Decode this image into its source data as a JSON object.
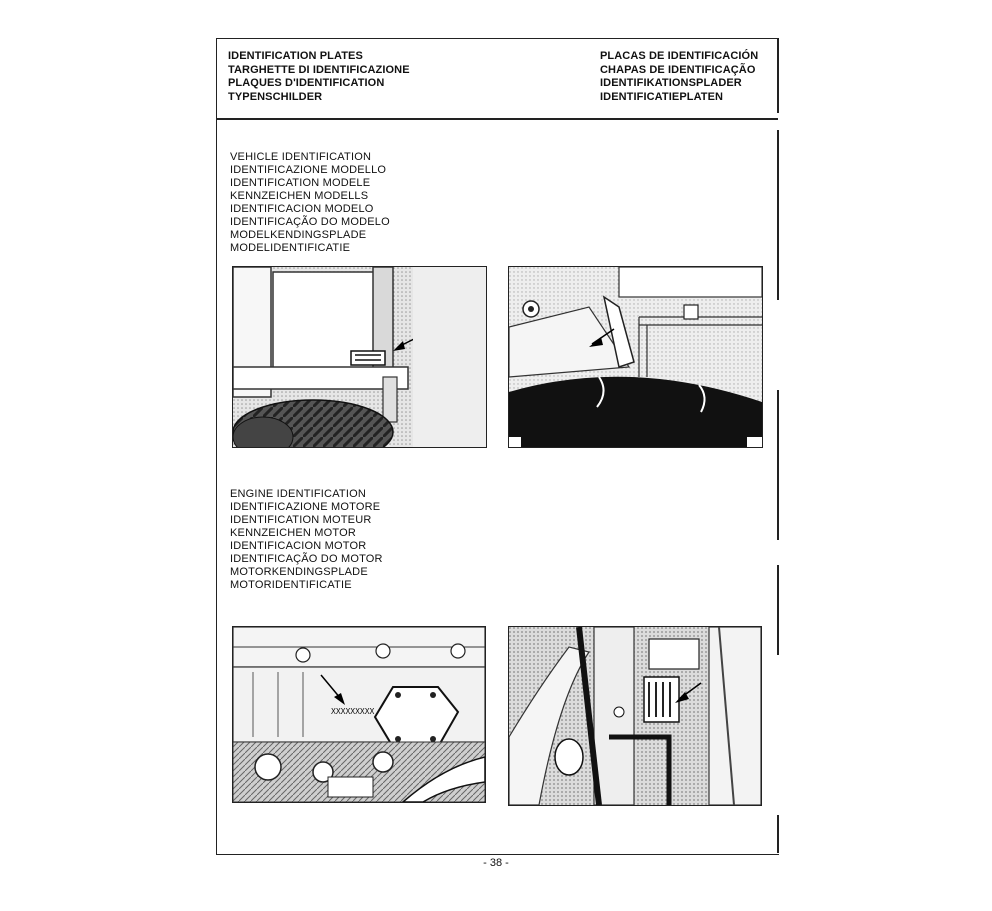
{
  "header": {
    "left": [
      "IDENTIFICATION PLATES",
      "TARGHETTE DI IDENTIFICAZIONE",
      "PLAQUES D'IDENTIFICATION",
      "TYPENSCHILDER"
    ],
    "right": [
      "PLACAS DE IDENTIFICACIÓN",
      "CHAPAS DE IDENTIFICAÇÃO",
      "IDENTIFIKATIONSPLADER",
      "IDENTIFICATIEPLATEN"
    ]
  },
  "vehicle_section": {
    "lines": [
      "VEHICLE IDENTIFICATION",
      "IDENTIFICAZIONE MODELLO",
      "IDENTIFICATION MODELE",
      "KENNZEICHEN MODELLS",
      "IDENTIFICACION MODELO",
      "IDENTIFICAÇÃO DO MODELO",
      "MODELKENDINGSPLADE",
      "MODELIDENTIFICATIE"
    ]
  },
  "engine_section": {
    "lines": [
      "ENGINE IDENTIFICATION",
      "IDENTIFICAZIONE MOTORE",
      "IDENTIFICATION MOTEUR",
      "KENNZEICHEN MOTOR",
      "IDENTIFICACION MOTOR",
      "IDENTIFICAÇÃO DO MOTOR",
      "MOTORKENDINGSPLADE",
      "MOTORIDENTIFICATIE"
    ],
    "stamp_text": "XXXXXXXXX"
  },
  "page_number": "- 38 -"
}
